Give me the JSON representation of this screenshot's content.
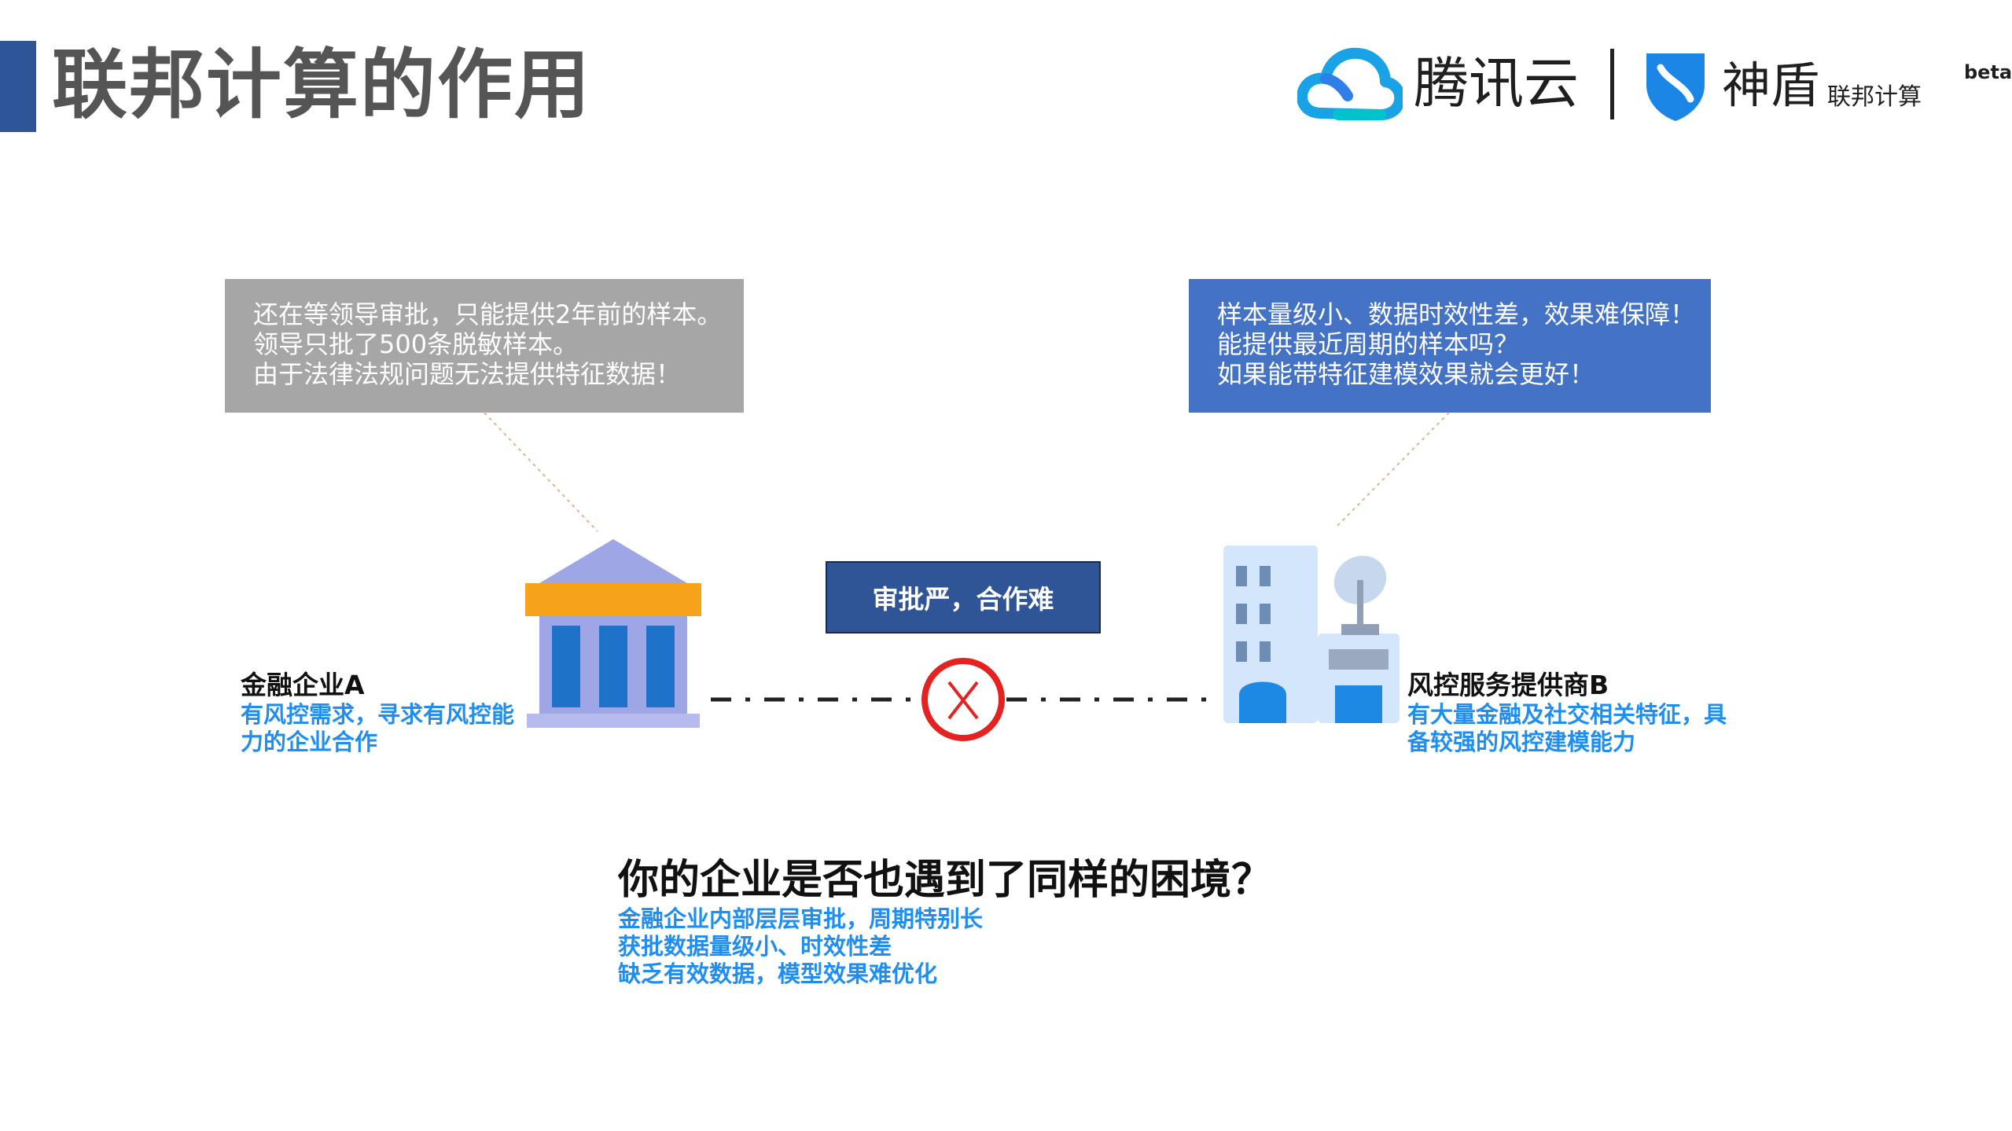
{
  "page": {
    "title": "联邦计算的作用"
  },
  "branding": {
    "tencent_cloud": "腾讯云",
    "shendun": "神盾",
    "product": "联邦计算",
    "badge": "beta"
  },
  "callouts": {
    "enterprise_a": [
      "还在等领导审批，只能提供2年前的样本。",
      "领导只批了500条脱敏样本。",
      "由于法律法规问题无法提供特征数据！"
    ],
    "provider_b": [
      "样本量级小、数据时效性差，效果难保障！",
      "能提供最近周期的样本吗？",
      "如果能带特征建模效果就会更好！"
    ]
  },
  "entities": {
    "a": {
      "name": "金融企业A",
      "desc": [
        "有风控需求，寻求有风控能",
        "力的企业合作"
      ]
    },
    "b": {
      "name": "风控服务提供商B",
      "desc": [
        "有大量金融及社交相关特征，具",
        "备较强的风控建模能力"
      ]
    }
  },
  "link": {
    "status_label": "审批严，合作难",
    "status_icon": "x-circle-icon"
  },
  "question": {
    "title": "你的企业是否也遇到了同样的困境？",
    "items": [
      "金融企业内部层层审批，周期特别长",
      "获批数据量级小、时效性差",
      "缺乏有效数据，模型效果难优化"
    ]
  },
  "colors": {
    "accent": "#2e5597",
    "callout_gray": "#a6a6a6",
    "callout_blue": "#4472c4",
    "highlight_text": "#1f8ef0",
    "fail_red": "#e52222"
  }
}
